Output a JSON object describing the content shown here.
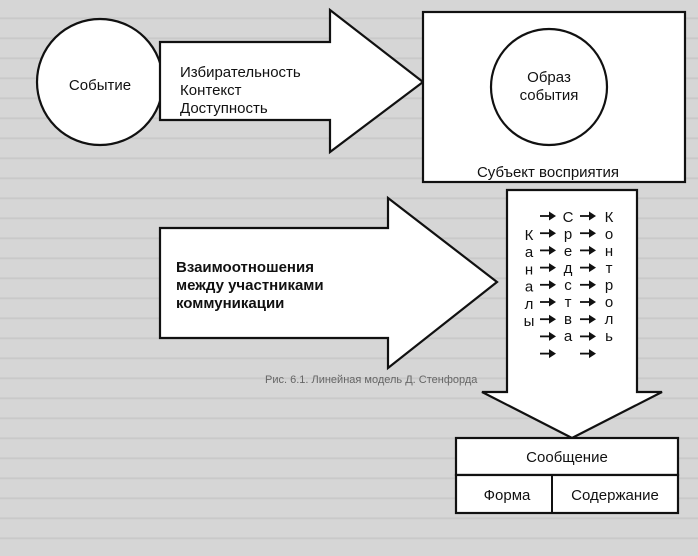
{
  "nodes": {
    "event": "Событие",
    "perception_lines": [
      "Избирательность",
      "Контекст",
      "Доступность"
    ],
    "event_image_lines": [
      "Образ",
      "события"
    ],
    "subject": "Субъект восприятия",
    "relations_lines": [
      "Взаимоотношения",
      "между участниками",
      "коммуникации"
    ],
    "channels_letters": [
      "К",
      "а",
      "н",
      "а",
      "л",
      "ы"
    ],
    "means_letters": [
      "С",
      "р",
      "е",
      "д",
      "с",
      "т",
      "в",
      "а"
    ],
    "control_letters": [
      "К",
      "о",
      "н",
      "т",
      "р",
      "о",
      "л",
      "ь"
    ],
    "message": "Сообщение",
    "form": "Форма",
    "content": "Содержание"
  },
  "caption": "Рис. 6.1. Линейная модель Д. Стенфорда"
}
